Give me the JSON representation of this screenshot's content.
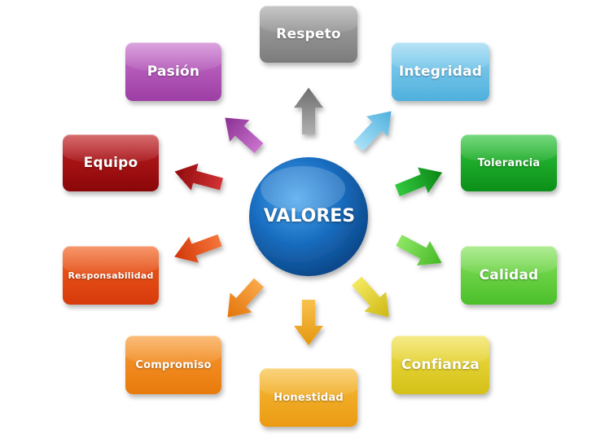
{
  "center": {
    "label": "VALORES",
    "color": "#1a6fc2"
  },
  "values": [
    {
      "id": "respeto",
      "label": "Respeto",
      "color": "#8c8c8c"
    },
    {
      "id": "integridad",
      "label": "Integridad",
      "color": "#5fbde6"
    },
    {
      "id": "tolerancia",
      "label": "Tolerancia",
      "color": "#12a21f"
    },
    {
      "id": "calidad",
      "label": "Calidad",
      "color": "#5fcf38"
    },
    {
      "id": "confianza",
      "label": "Confianza",
      "color": "#e2cd22"
    },
    {
      "id": "honestidad",
      "label": "Honestidad",
      "color": "#f0a81e"
    },
    {
      "id": "compromiso",
      "label": "Compromiso",
      "color": "#f08a1e"
    },
    {
      "id": "responsabilidad",
      "label": "Responsabilidad",
      "color": "#e24a14"
    },
    {
      "id": "equipo",
      "label": "Equipo",
      "color": "#a81214"
    },
    {
      "id": "pasion",
      "label": "Pasión",
      "color": "#b455b9"
    }
  ]
}
